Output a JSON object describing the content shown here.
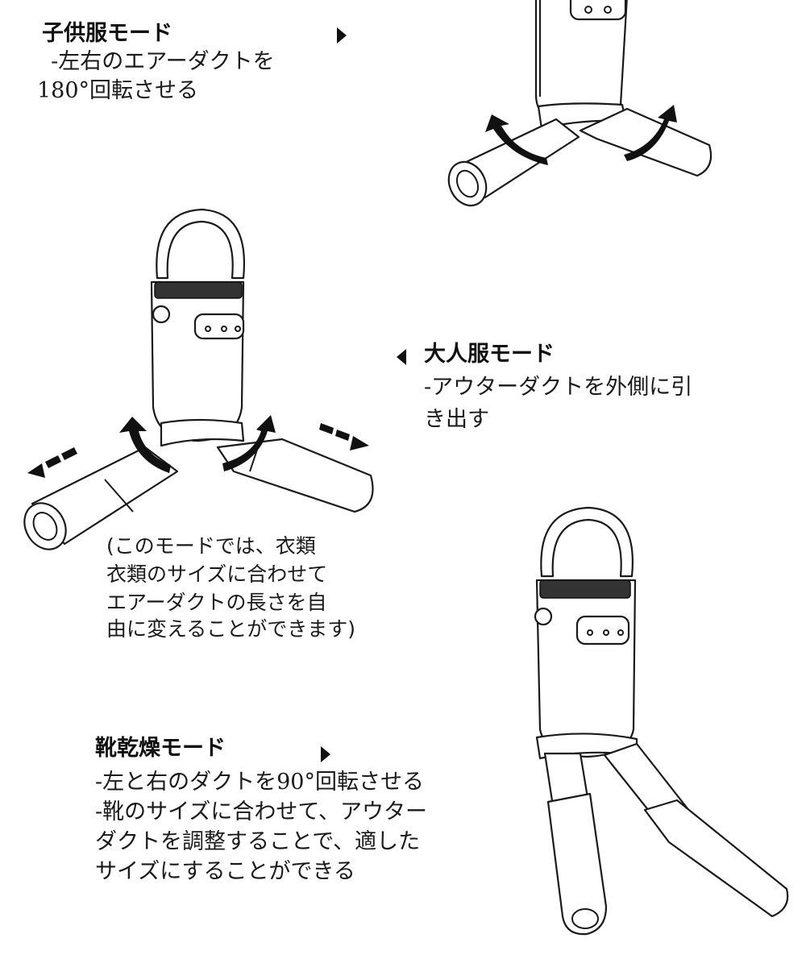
{
  "kids_mode": {
    "title": "子供服モード",
    "lines": [
      "  -左右のエアーダクトを",
      "180°回転させる"
    ]
  },
  "adult_mode": {
    "title": "大人服モード",
    "lines": [
      "-アウターダクトを外側に引",
      "き出す"
    ]
  },
  "note": {
    "lines": [
      "(このモードでは、衣類",
      "衣類のサイズに合わせて",
      "エアーダクトの長さを自",
      "由に変えることができます)"
    ]
  },
  "shoe_mode": {
    "title": "靴乾燥モード",
    "lines": [
      "-左と右のダクトを90°回転させる",
      "-靴のサイズに合わせて、アウター",
      "ダクトを調整することで、適した",
      "サイズにすることができる"
    ]
  }
}
